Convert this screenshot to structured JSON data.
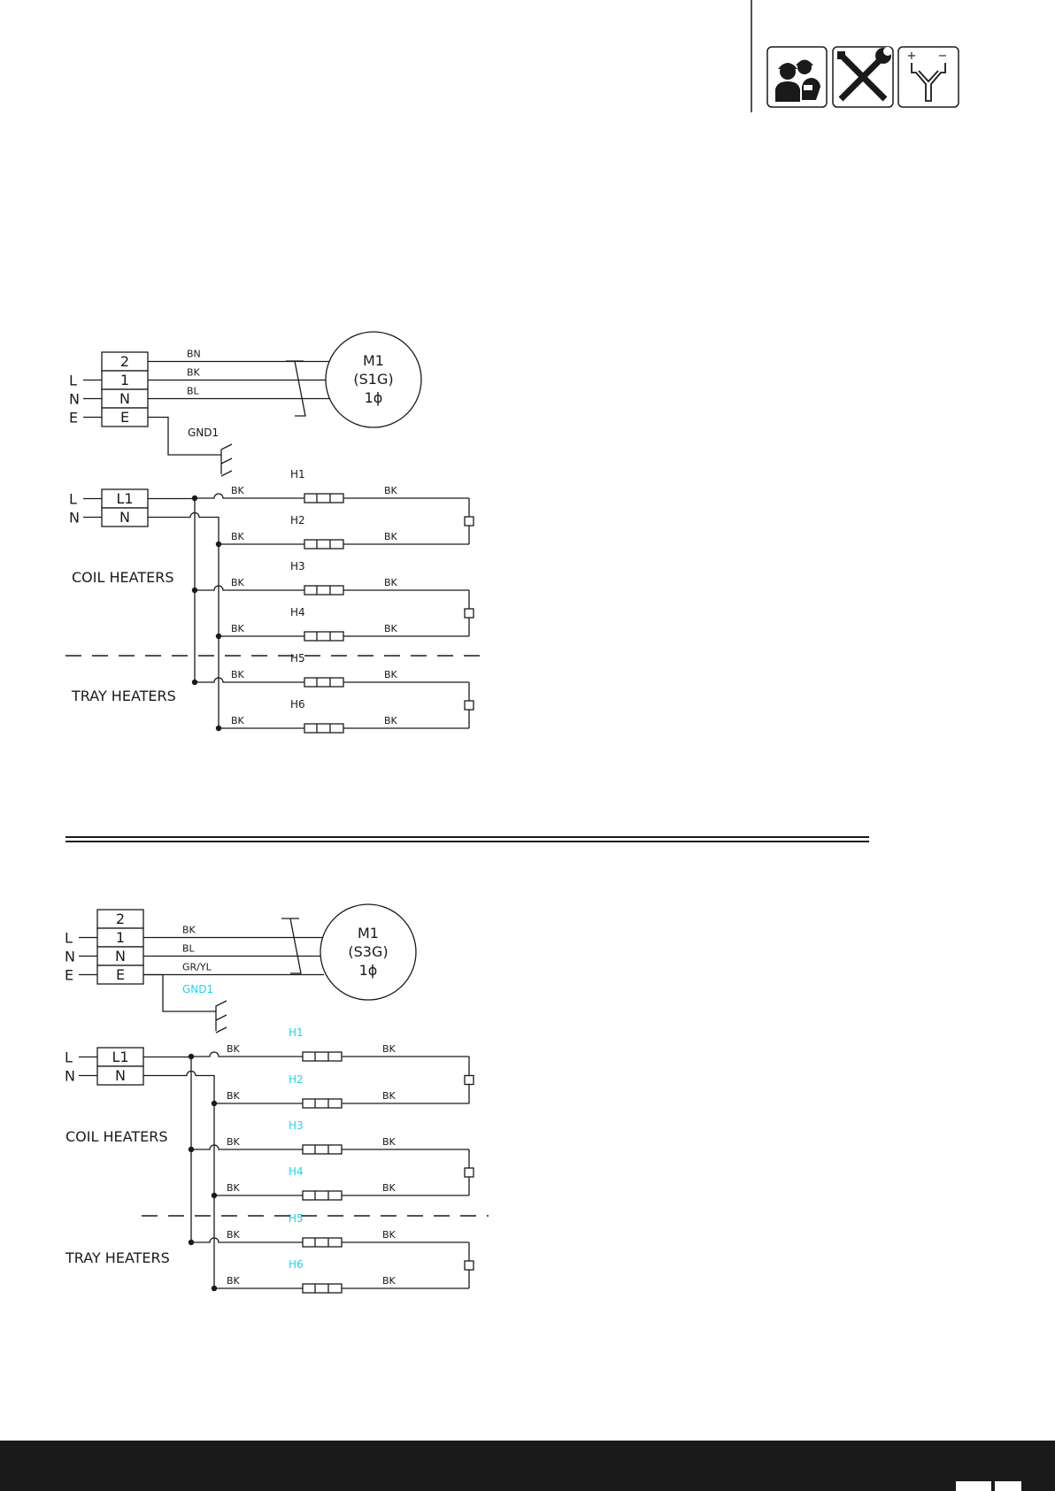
{
  "header": {
    "icons": [
      "installer-icon",
      "tools-icon",
      "polarity-icon"
    ],
    "polarity_plus": "+",
    "polarity_minus": "−"
  },
  "colors": {
    "ink": "#1a1a1a",
    "cyan_label": "#22d3ee",
    "footer": "#1a1a1a"
  },
  "diagram1": {
    "terminals": [
      "2",
      "1",
      "N",
      "E"
    ],
    "line_labels": [
      "L",
      "N",
      "E"
    ],
    "motor_wires": [
      "BN",
      "BK",
      "BL"
    ],
    "ground_label": "GND1",
    "motor": {
      "line1": "M1",
      "line2": "(S1G)",
      "line3": "1ϕ"
    },
    "heater_terminals": [
      "L1",
      "N"
    ],
    "heater_line_labels": [
      "L",
      "N"
    ],
    "section_coil": "COIL HEATERS",
    "section_tray": "TRAY HEATERS",
    "heaters": [
      "H1",
      "H2",
      "H3",
      "H4",
      "H5",
      "H6"
    ],
    "heater_wire": "BK"
  },
  "diagram2": {
    "terminals": [
      "2",
      "1",
      "N",
      "E"
    ],
    "line_labels": [
      "L",
      "N",
      "E"
    ],
    "motor_wires": [
      "BK",
      "BL",
      "GR/YL"
    ],
    "ground_label": "GND1",
    "motor": {
      "line1": "M1",
      "line2": "(S3G)",
      "line3": "1ϕ"
    },
    "heater_terminals": [
      "L1",
      "N"
    ],
    "heater_line_labels": [
      "L",
      "N"
    ],
    "section_coil": "COIL HEATERS",
    "section_tray": "TRAY HEATERS",
    "heaters": [
      "H1",
      "H2",
      "H3",
      "H4",
      "H5",
      "H6"
    ],
    "heater_wire": "BK"
  }
}
